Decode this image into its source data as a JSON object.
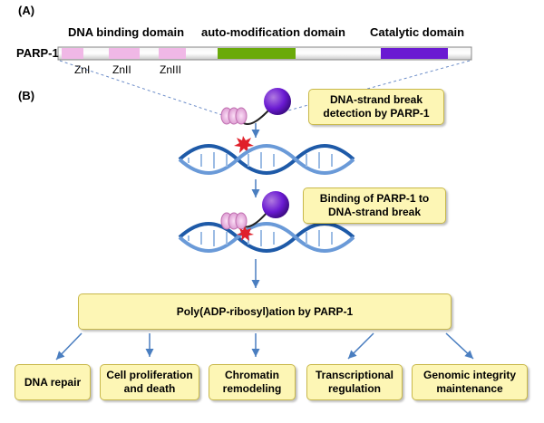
{
  "panel_a": {
    "label": "(A)",
    "protein": "PARP-1",
    "domains": [
      "DNA binding domain",
      "auto-modification domain",
      "Catalytic domain"
    ],
    "zinc_fingers": [
      "ZnI",
      "ZnII",
      "ZnIII"
    ]
  },
  "panel_b": {
    "label": "(B)",
    "step1": "DNA-strand break\ndetection by PARP-1",
    "step2": "Binding of PARP-1 to\nDNA-strand break",
    "central": "Poly(ADP-ribosyl)ation by PARP-1",
    "outcomes": [
      "DNA repair",
      "Cell proliferation\nand death",
      "Chromatin\nremodeling",
      "Transcriptional\nregulation",
      "Genomic integrity\nmaintenance"
    ]
  },
  "colors": {
    "zinc_finger": "#f0b8e6",
    "auto_modification": "#6aaa0a",
    "catalytic": "#6a1ad2",
    "box_fill": "#fdf6b5",
    "arrow": "#4a7ec0",
    "dna": "#1e5aa8"
  }
}
